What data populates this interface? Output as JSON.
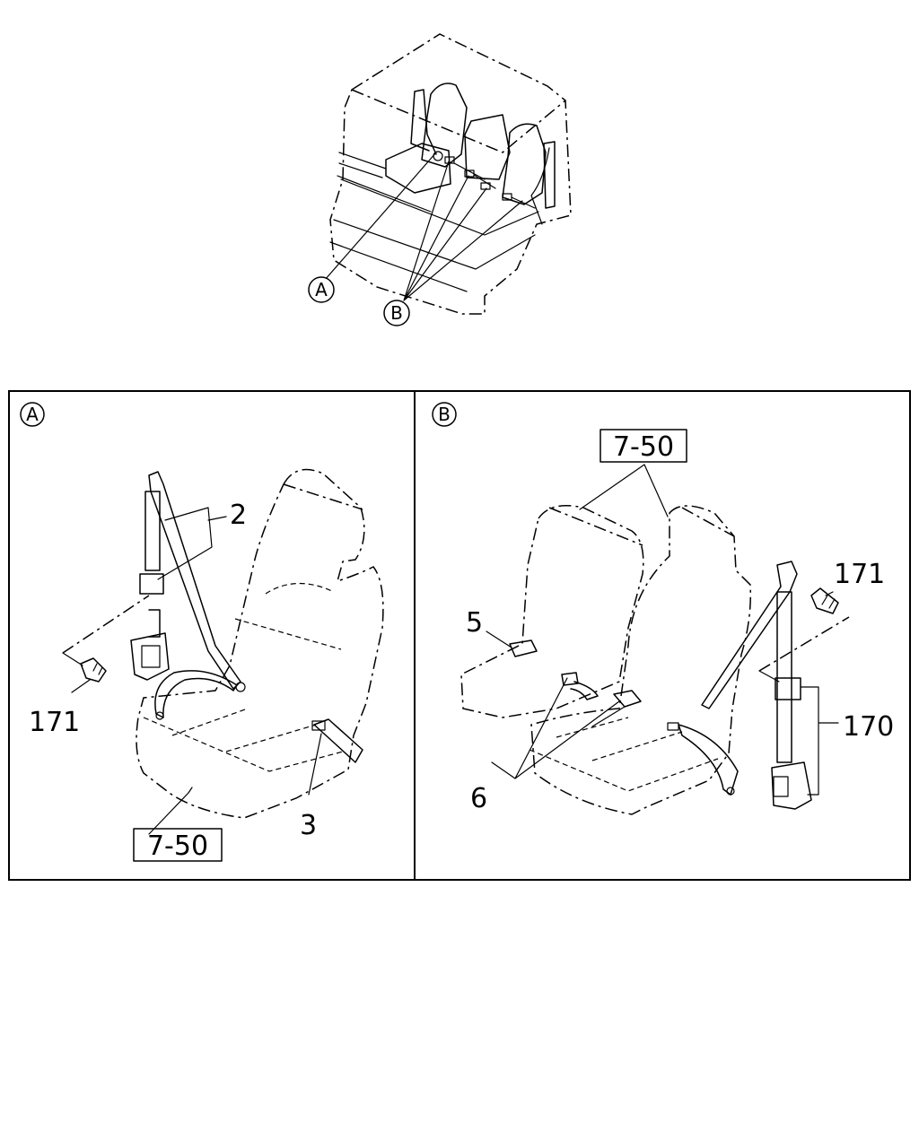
{
  "overview": {
    "callout_a": "A",
    "callout_b": "B"
  },
  "panel_a": {
    "label": "A",
    "parts": {
      "belt": "2",
      "buckle": "3",
      "bolt": "171"
    },
    "reference": "7-50"
  },
  "panel_b": {
    "label": "B",
    "parts": {
      "center_buckle": "5",
      "center_belts": "6",
      "retractor_belt": "170",
      "bolt": "171"
    },
    "reference": "7-50"
  }
}
